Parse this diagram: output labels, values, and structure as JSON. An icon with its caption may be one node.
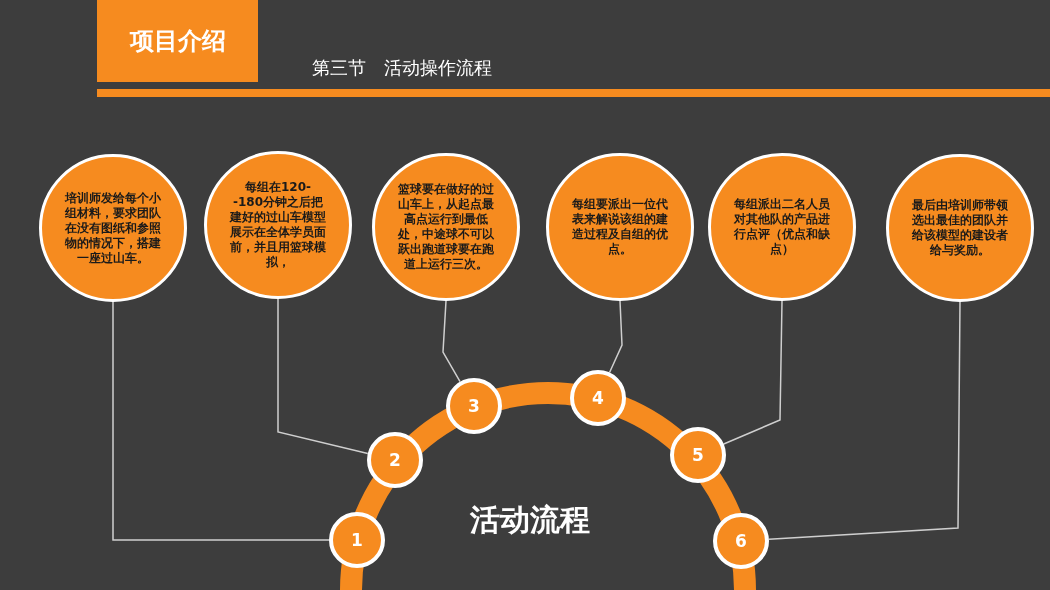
{
  "diagram": {
    "title": "项目介绍",
    "nodes": [
      {
        "text": [
          "培训师发给每个小组材料，要求团队在没有图纸和参照物的情况下，搭建一座过山车。"
        ]
      },
      {
        "text": [
          "每组在120--180分钟之后把建好的过山车模型展示在全体学员面前，并且用篮球模拟，"
        ]
      },
      {
        "text": [
          "篮球要在做好的过山车上，从起点最高点运行到最低处，中途球不可以跃出跑道球要在跑道上运行三次。"
        ]
      },
      {
        "text": [
          "每组要派出一位代表来解说该组的建造过程及自组的优点。"
        ]
      },
      {
        "text": [
          "每组派出二名人员对其他队的产品进行点评（优点和缺点）"
        ]
      },
      {
        "text": [
          "最后由培训师带领选出最佳的团队并给该模型的建设者给与奖励。"
        ]
      },
      {
        "text": [
          "1"
        ]
      },
      {
        "text": [
          "2"
        ]
      },
      {
        "text": [
          "3"
        ]
      },
      {
        "text": [
          "4"
        ]
      },
      {
        "text": [
          "5"
        ]
      },
      {
        "text": [
          "6"
        ]
      }
    ],
    "edges": [
      {
        "from": 0,
        "to": 6,
        "arrow": "none"
      },
      {
        "from": 1,
        "to": 7,
        "arrow": "none"
      },
      {
        "from": 2,
        "to": 8,
        "arrow": "none"
      },
      {
        "from": 3,
        "to": 9,
        "arrow": "none"
      },
      {
        "from": 4,
        "to": 10,
        "arrow": "none"
      },
      {
        "from": 5,
        "to": 11,
        "arrow": "none"
      }
    ],
    "labels": [
      "第三节　活动操作流程",
      "活动流程"
    ]
  }
}
